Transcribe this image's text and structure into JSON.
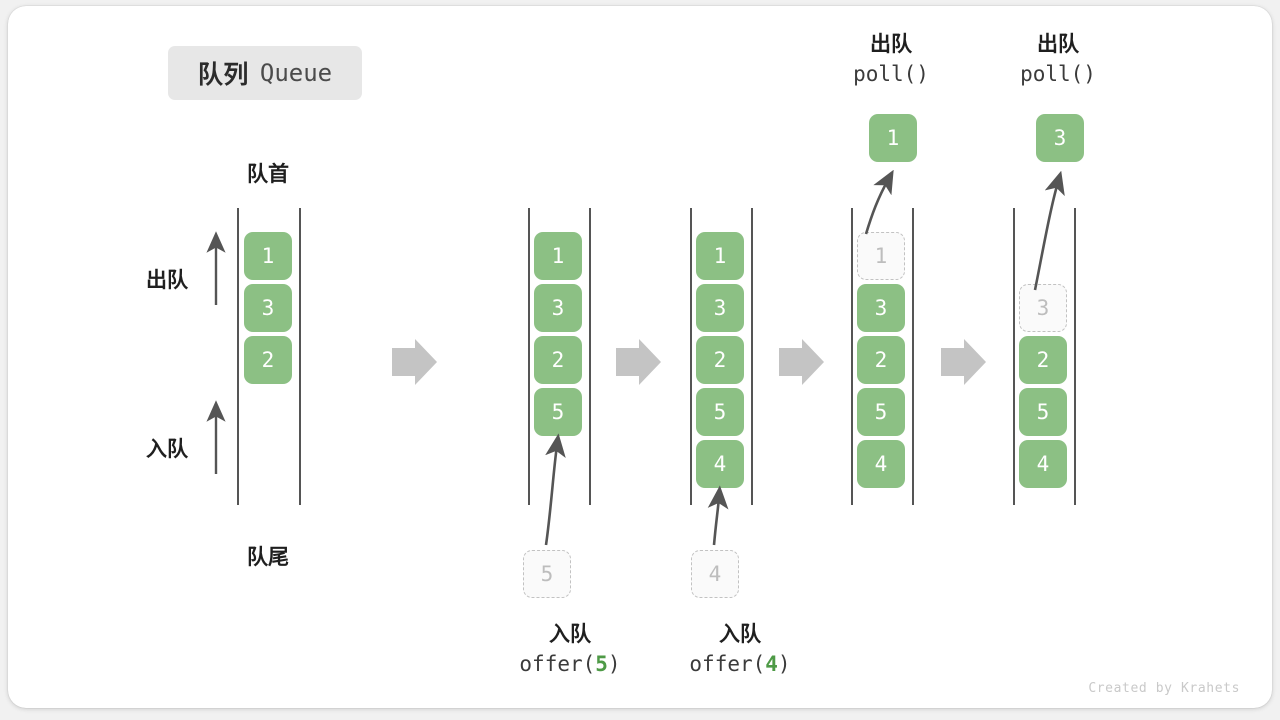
{
  "title": {
    "cn": "队列",
    "en": "Queue"
  },
  "labels": {
    "front": "队首",
    "rear": "队尾",
    "dequeue_side": "出队",
    "enqueue_side": "入队"
  },
  "colors": {
    "item_fill": "#8cc084",
    "item_text": "#ffffff",
    "ghost_border": "#c2c2c2",
    "ghost_text": "#bdbdbd",
    "rail": "#555555",
    "arrow": "#555555",
    "step_arrow": "#c4c4c4",
    "accent_code_number": "#4e9a46",
    "chip_bg": "#e7e7e7"
  },
  "columns": [
    {
      "name": "initial",
      "items": [
        "1",
        "3",
        "2"
      ]
    },
    {
      "name": "after-offer-5",
      "items": [
        "1",
        "3",
        "2",
        "5"
      ]
    },
    {
      "name": "after-offer-4",
      "items": [
        "1",
        "3",
        "2",
        "5",
        "4"
      ]
    },
    {
      "name": "poll-1",
      "items": [
        "1",
        "3",
        "2",
        "5",
        "4"
      ],
      "ghost_index": 0
    },
    {
      "name": "poll-3",
      "items": [
        "3",
        "2",
        "5",
        "4"
      ],
      "ghost_index": 0,
      "row_offset": 1
    }
  ],
  "operations": {
    "offer_5": {
      "cn": "入队",
      "fn": "offer(",
      "value": "5",
      "fn_close": ")",
      "ghost_value": "5"
    },
    "offer_4": {
      "cn": "入队",
      "fn": "offer(",
      "value": "4",
      "fn_close": ")",
      "ghost_value": "4"
    },
    "poll_1": {
      "cn": "出队",
      "code": "poll()",
      "value": "1"
    },
    "poll_2": {
      "cn": "出队",
      "code": "poll()",
      "value": "3"
    }
  },
  "watermark": "Created by Krahets"
}
